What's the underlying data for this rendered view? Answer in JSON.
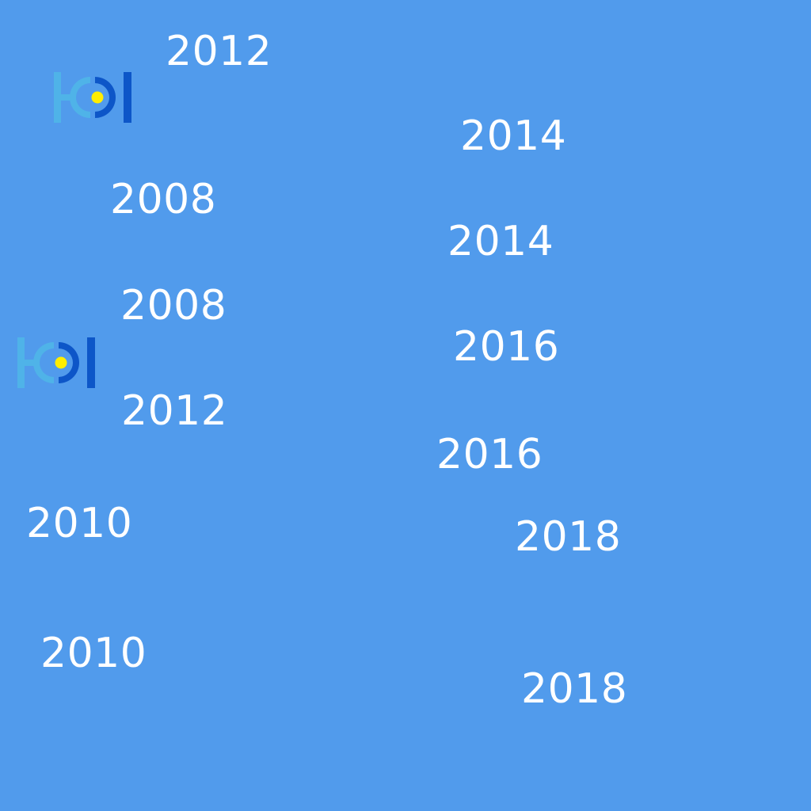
{
  "colors": {
    "background": "#519BEC",
    "text": "#FFFFFF",
    "logo_light_blue": "#4FB3E8",
    "logo_dark_blue": "#0D56C8",
    "logo_yellow": "#FFEE00"
  },
  "logos": [
    {
      "icon": "hk-logo-icon"
    },
    {
      "icon": "hk-logo-icon"
    }
  ],
  "years": {
    "y1": "2012",
    "y2": "2014",
    "y3": "2008",
    "y4": "2014",
    "y5": "2008",
    "y6": "2016",
    "y7": "2012",
    "y8": "2016",
    "y9": "2010",
    "y10": "2018",
    "y11": "2010",
    "y12": "2018"
  }
}
